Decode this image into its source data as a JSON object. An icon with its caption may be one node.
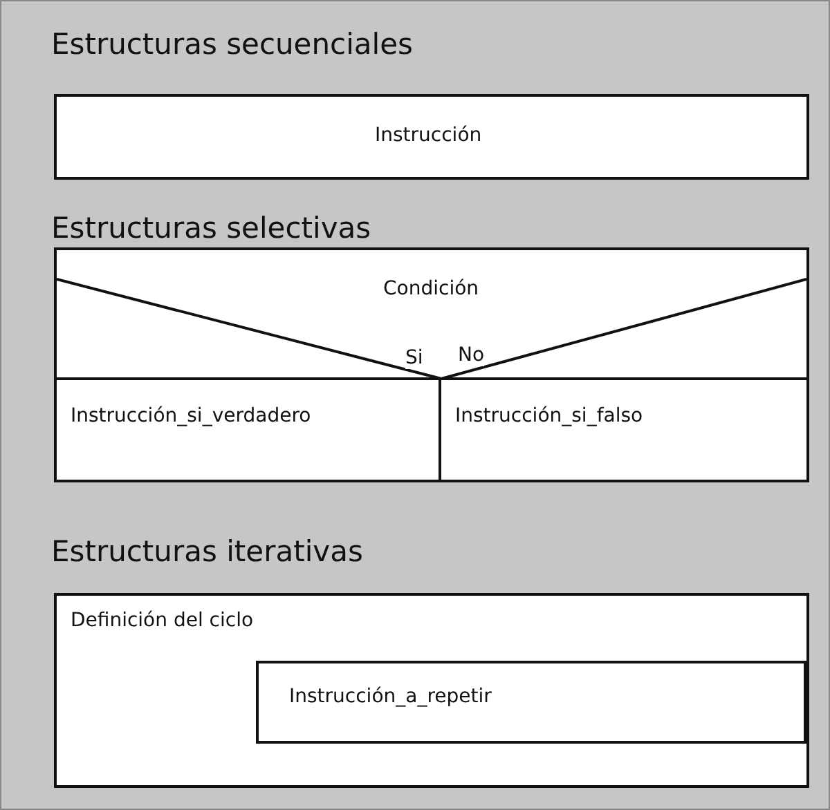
{
  "diagram": {
    "nodes": [
      {
        "text": [
          "Estructuras secuenciales",
          "Instrucción"
        ]
      },
      {
        "text": [
          "Estructuras selectivas"
        ]
      },
      {
        "text": [
          "Condición"
        ],
        "in": 1
      },
      {
        "text": [
          "Instrucción_si_verdadero"
        ],
        "in": 1
      },
      {
        "text": [
          "Instrucción_si_falso"
        ],
        "in": 1
      },
      {
        "text": [
          "Estructuras iterativas",
          "Definición del ciclo"
        ]
      },
      {
        "text": [
          "Instrucción_a_repetir"
        ],
        "in": 5
      }
    ],
    "labels": [
      "Si",
      "No"
    ]
  }
}
